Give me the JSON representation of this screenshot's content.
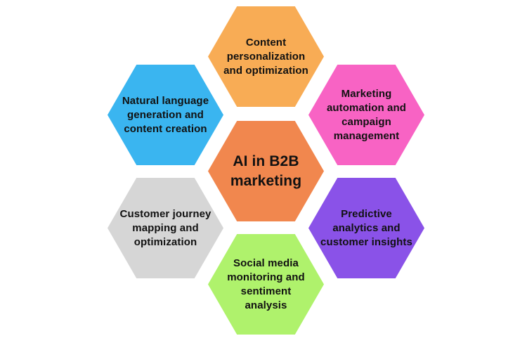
{
  "diagram": {
    "title": "AI in B2B marketing",
    "background_color": "#FFFFFF",
    "text_color": "#111111",
    "center": {
      "id": "ai-in-b2b-marketing",
      "label": "AI in B2B\nmarketing",
      "color": "#F1874E"
    },
    "nodes": [
      {
        "id": "content-personalization",
        "position": "top",
        "label": "Content\npersonalization\nand optimization",
        "color": "#F8AC55"
      },
      {
        "id": "marketing-automation",
        "position": "top-right",
        "label": "Marketing\nautomation and\ncampaign\nmanagement",
        "color": "#F863C4"
      },
      {
        "id": "predictive-analytics",
        "position": "bottom-right",
        "label": "Predictive\nanalytics and\ncustomer insights",
        "color": "#8A52E8"
      },
      {
        "id": "social-media-monitoring",
        "position": "bottom",
        "label": "Social media\nmonitoring and\nsentiment\nanalysis",
        "color": "#AFF26C"
      },
      {
        "id": "customer-journey",
        "position": "bottom-left",
        "label": "Customer journey\nmapping and\noptimization",
        "color": "#D6D6D6"
      },
      {
        "id": "natural-language-generation",
        "position": "top-left",
        "label": "Natural language\ngeneration and\ncontent creation",
        "color": "#3AB5F0"
      }
    ]
  }
}
